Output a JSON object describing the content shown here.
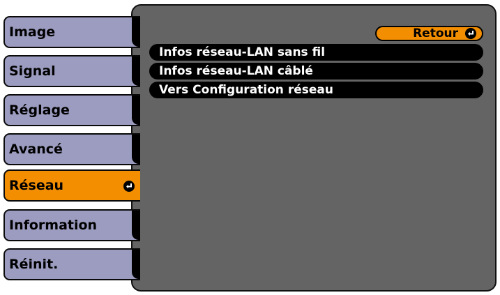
{
  "sidebar": {
    "items": [
      {
        "label": "Image"
      },
      {
        "label": "Signal"
      },
      {
        "label": "Réglage"
      },
      {
        "label": "Avancé"
      },
      {
        "label": "Réseau",
        "active": true
      },
      {
        "label": "Information"
      },
      {
        "label": "Réinit."
      }
    ]
  },
  "main": {
    "back_label": "Retour",
    "items": [
      {
        "label": "Infos réseau-LAN sans fil"
      },
      {
        "label": "Infos réseau-LAN câblé"
      },
      {
        "label": "Vers Configuration réseau"
      }
    ]
  },
  "colors": {
    "panel": "#646464",
    "tab": "#9c9cc0",
    "active": "#f28e00",
    "row": "#000000"
  }
}
